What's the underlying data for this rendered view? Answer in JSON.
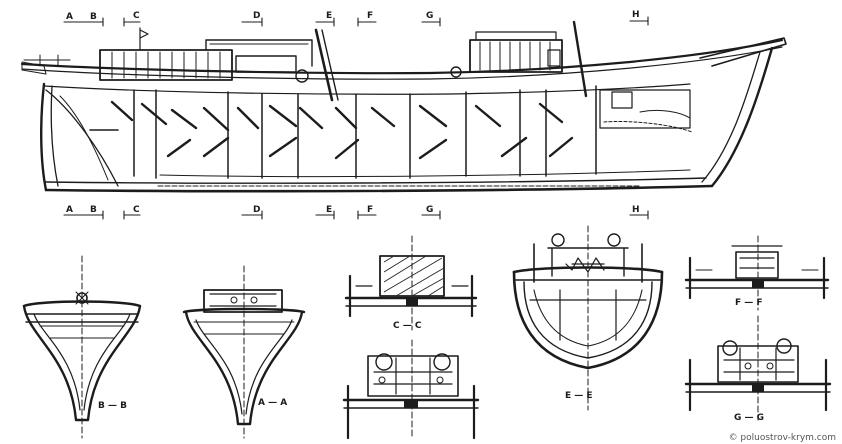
{
  "section_marks": [
    "A",
    "B",
    "C",
    "D",
    "E",
    "F",
    "G",
    "H"
  ],
  "cross_sections": {
    "b_b": "B — B",
    "a_a": "A — A",
    "c_c": "C — C",
    "e_e": "E — E",
    "f_f": "F — F",
    "g_g": "G — G"
  },
  "watermark": "© poluostrov-krym.com",
  "colors": {
    "ink": "#1c1c1c",
    "paper": "#ffffff"
  }
}
